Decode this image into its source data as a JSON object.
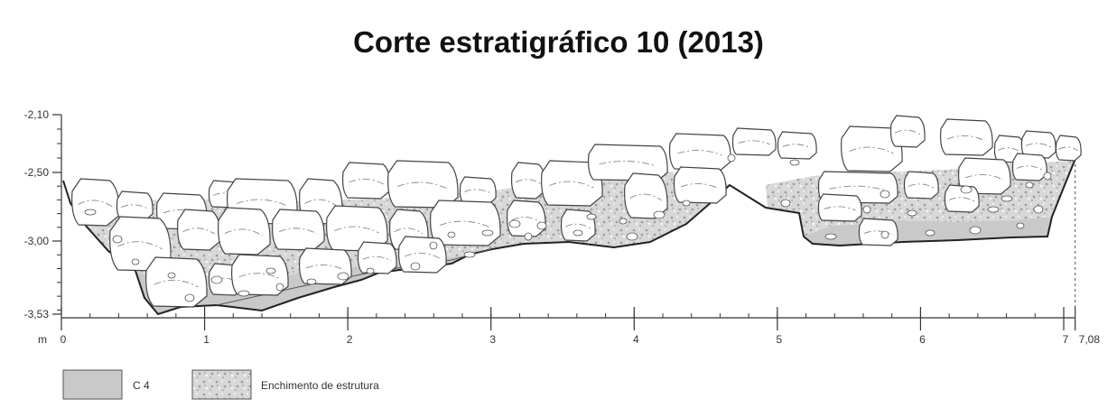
{
  "title": "Corte estratigráfico 10 (2013)",
  "y_axis": {
    "unit": "",
    "ticks": [
      {
        "value": -2.1,
        "label": "-2,10"
      },
      {
        "value": -2.5,
        "label": "-2,50"
      },
      {
        "value": -3.0,
        "label": "-3,00"
      },
      {
        "value": -3.53,
        "label": "-3,53"
      }
    ],
    "minor_step": 0.1,
    "range": [
      -3.53,
      -2.1
    ]
  },
  "x_axis": {
    "unit": "m",
    "ticks": [
      {
        "value": 0,
        "label": "0"
      },
      {
        "value": 1,
        "label": "1"
      },
      {
        "value": 2,
        "label": "2"
      },
      {
        "value": 3,
        "label": "3"
      },
      {
        "value": 4,
        "label": "4"
      },
      {
        "value": 5,
        "label": "5"
      },
      {
        "value": 6,
        "label": "6"
      },
      {
        "value": 7,
        "label": "7"
      },
      {
        "value": 7.08,
        "label": "7,08"
      }
    ],
    "minor_step": 0.2,
    "range": [
      0,
      7.08
    ]
  },
  "legend": [
    {
      "label": "C 4",
      "pattern": "solid-grey",
      "color": "#c9c9c9"
    },
    {
      "label": "Enchimento de estrutura",
      "pattern": "stippled-grey",
      "color": "#bdbdbd"
    }
  ],
  "colors": {
    "c4_fill": "#c9c9c9",
    "fill_stipple": "#b9b9b9",
    "outline": "#333333"
  }
}
